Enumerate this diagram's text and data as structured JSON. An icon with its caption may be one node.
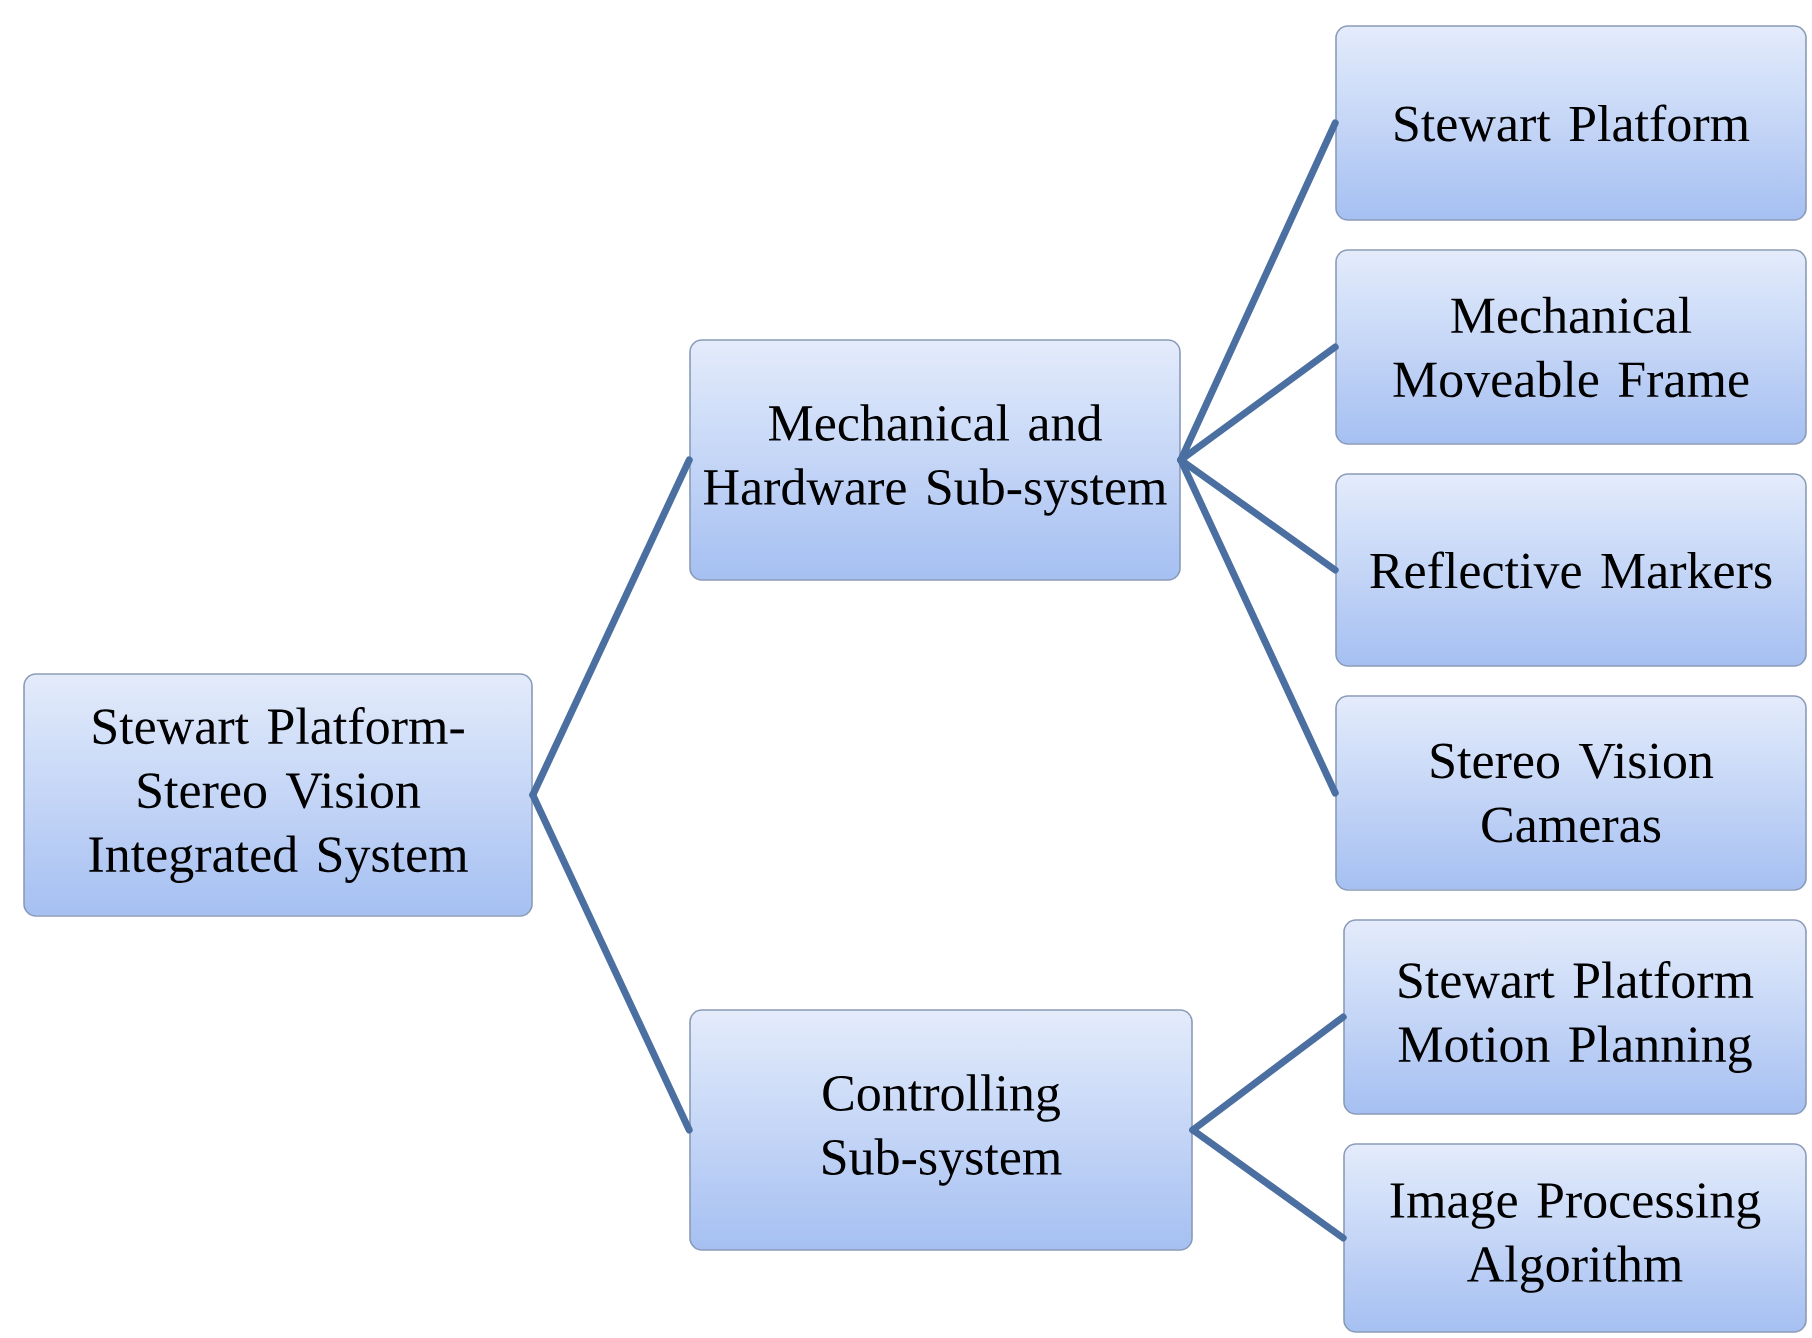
{
  "diagram": {
    "nodes": [
      {
        "text": [
          "Stewart Platform-Stereo Vision Integrated System"
        ]
      },
      {
        "text": [
          "Mechanical and Hardware Sub-system"
        ]
      },
      {
        "text": [
          "Controlling Sub-system"
        ]
      },
      {
        "text": [
          "Stewart Platform"
        ]
      },
      {
        "text": [
          "Mechanical Moveable Frame"
        ]
      },
      {
        "text": [
          "Reflective Markers"
        ]
      },
      {
        "text": [
          "Stereo Vision Cameras"
        ]
      },
      {
        "text": [
          "Stewart Platform Motion Planning"
        ]
      },
      {
        "text": [
          "Image Processing Algorithm"
        ]
      }
    ],
    "edges": [
      {
        "from": 0,
        "to": 1,
        "arrow": "none"
      },
      {
        "from": 0,
        "to": 2,
        "arrow": "none"
      },
      {
        "from": 1,
        "to": 3,
        "arrow": "none"
      },
      {
        "from": 1,
        "to": 4,
        "arrow": "none"
      },
      {
        "from": 1,
        "to": 5,
        "arrow": "none"
      },
      {
        "from": 1,
        "to": 6,
        "arrow": "none"
      },
      {
        "from": 2,
        "to": 7,
        "arrow": "none"
      },
      {
        "from": 2,
        "to": 8,
        "arrow": "none"
      }
    ]
  }
}
